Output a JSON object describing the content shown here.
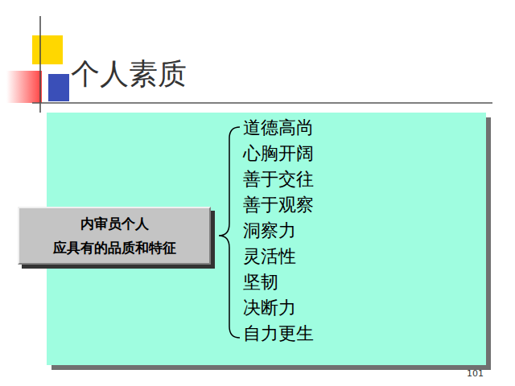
{
  "diagram": {
    "title": "个人素质",
    "nodes": [
      {
        "text": [
          "道德高尚",
          "心胸开阔",
          "善于交往",
          "善于观察",
          "洞察力",
          "灵活性",
          "坚韧",
          "决断力",
          "自力更生"
        ]
      },
      {
        "text": [
          "内审员个人 应具有的品质和特征"
        ],
        "in": 0
      }
    ],
    "labels": [
      "101"
    ]
  }
}
